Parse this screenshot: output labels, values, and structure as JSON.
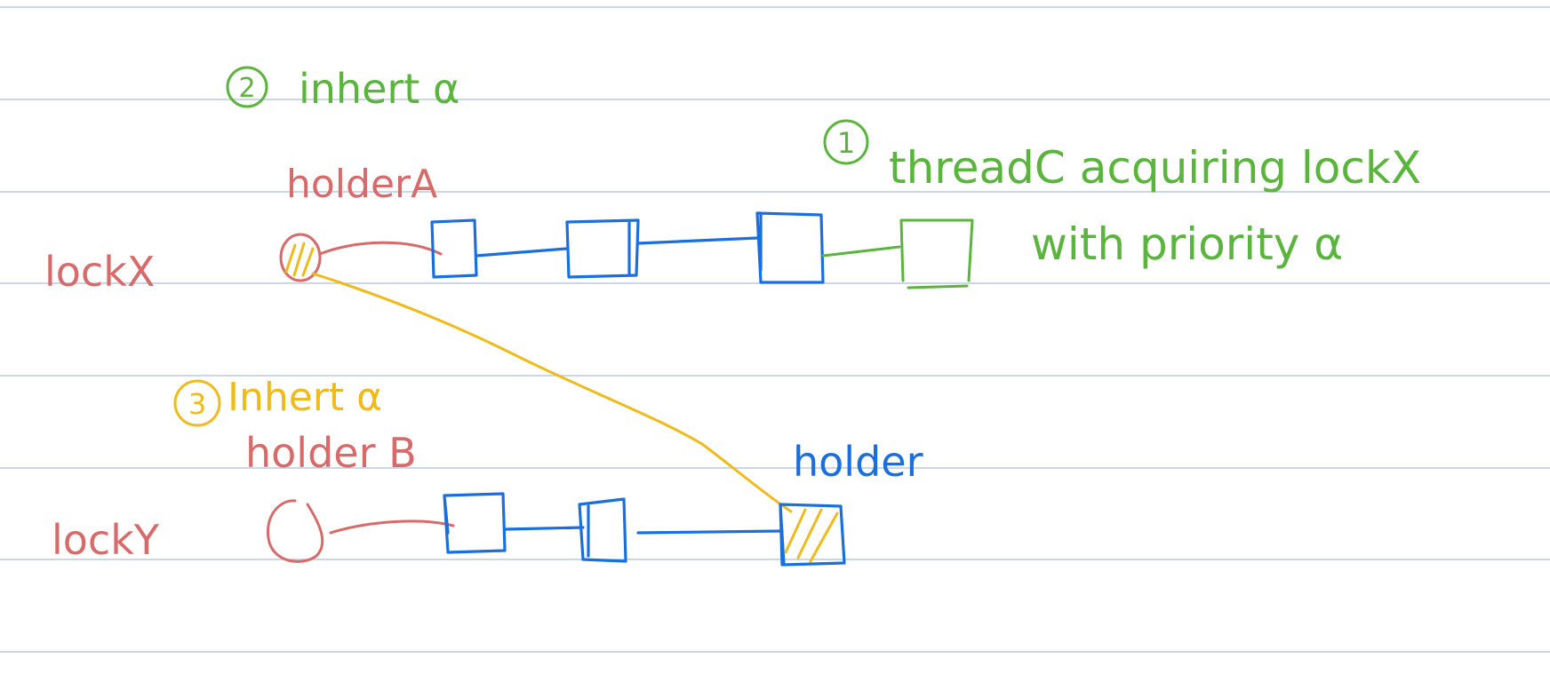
{
  "labels": {
    "lock_x": "lockX",
    "lock_y": "lockY",
    "holder_a": "holderA",
    "holder_b": "holder B",
    "holder": "holder",
    "step1_num": "1",
    "step1_line1": "threadC acquiring lockX",
    "step1_line2": "with priority α",
    "step2_num": "2",
    "step2_text": "inhert α",
    "step3_num": "3",
    "step3_text": "Inhert α"
  },
  "colors": {
    "lock_red": "#d96a6a",
    "thread_blue": "#1a6fe0",
    "new_thread_green": "#5ab53c",
    "inherit_yellow": "#f0bb1a",
    "rule_line": "#aebfd6"
  }
}
